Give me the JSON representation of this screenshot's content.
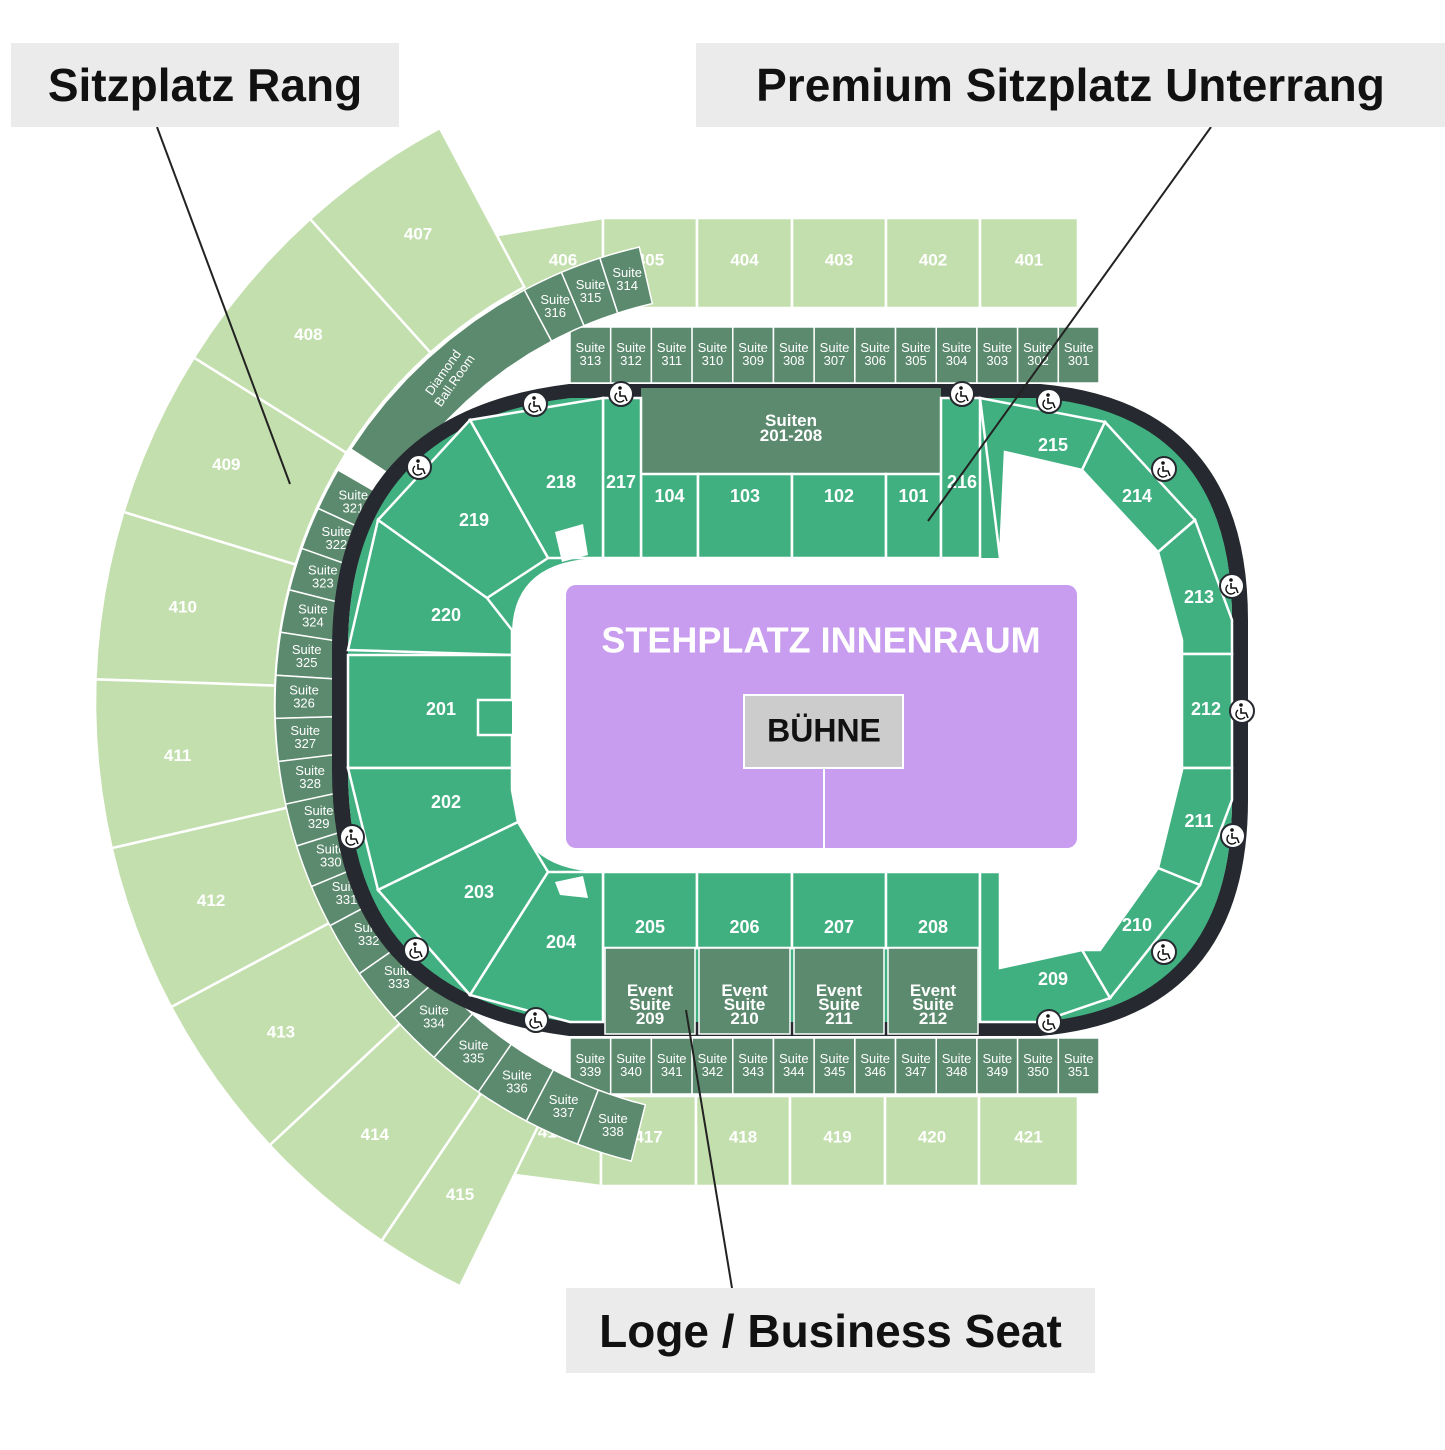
{
  "callouts": {
    "upper": "Sitzplatz Rang",
    "premium": "Premium Sitzplatz Unterrang",
    "loge": "Loge / Business Seat"
  },
  "floor": {
    "title": "STEHPLATZ INNENRAUM",
    "stage": "BÜHNE"
  },
  "suiten_block": [
    "Suiten",
    "201-208"
  ],
  "diamond": [
    "Diamond",
    "Ball.Room"
  ],
  "event_suites": [
    [
      "Event",
      "Suite",
      "209"
    ],
    [
      "Event",
      "Suite",
      "210"
    ],
    [
      "Event",
      "Suite",
      "211"
    ],
    [
      "Event",
      "Suite",
      "212"
    ]
  ],
  "upper_top": [
    "406",
    "405",
    "404",
    "403",
    "402",
    "401"
  ],
  "upper_bottom": [
    "416",
    "417",
    "418",
    "419",
    "420",
    "421"
  ],
  "upper_left": [
    "407",
    "408",
    "409",
    "410",
    "411",
    "412",
    "413",
    "414",
    "415"
  ],
  "lower_top": [
    "104",
    "103",
    "102",
    "101"
  ],
  "lower_bottom": [
    "205",
    "206",
    "207",
    "208"
  ],
  "lower_sides": [
    "217",
    "216",
    "218",
    "219",
    "220",
    "201",
    "202",
    "203",
    "204",
    "215",
    "214",
    "213",
    "212",
    "211",
    "210",
    "209"
  ],
  "suites_top": [
    "313",
    "312",
    "311",
    "310",
    "309",
    "308",
    "307",
    "306",
    "305",
    "304",
    "303",
    "302",
    "301"
  ],
  "suites_top_corner": [
    "314",
    "315",
    "316"
  ],
  "suites_left": [
    "321",
    "322",
    "323",
    "324",
    "325",
    "326",
    "327",
    "328",
    "329",
    "330",
    "331"
  ],
  "suites_bottom_corner": [
    "332",
    "333",
    "334",
    "335",
    "336",
    "337",
    "338"
  ],
  "suites_bottom": [
    "339",
    "340",
    "341",
    "342",
    "343",
    "344",
    "345",
    "346",
    "347",
    "348",
    "349",
    "350",
    "351"
  ],
  "suite_word": "Suite",
  "accessible_icon": "wheelchair-icon",
  "colors": {
    "upper": "#c4dfae",
    "lower": "#40b081",
    "suite": "#5c8a6e",
    "concourse": "#262a30",
    "floor": "#c89cef",
    "stage": "#cccccc",
    "callout_bg": "#ebebeb"
  }
}
